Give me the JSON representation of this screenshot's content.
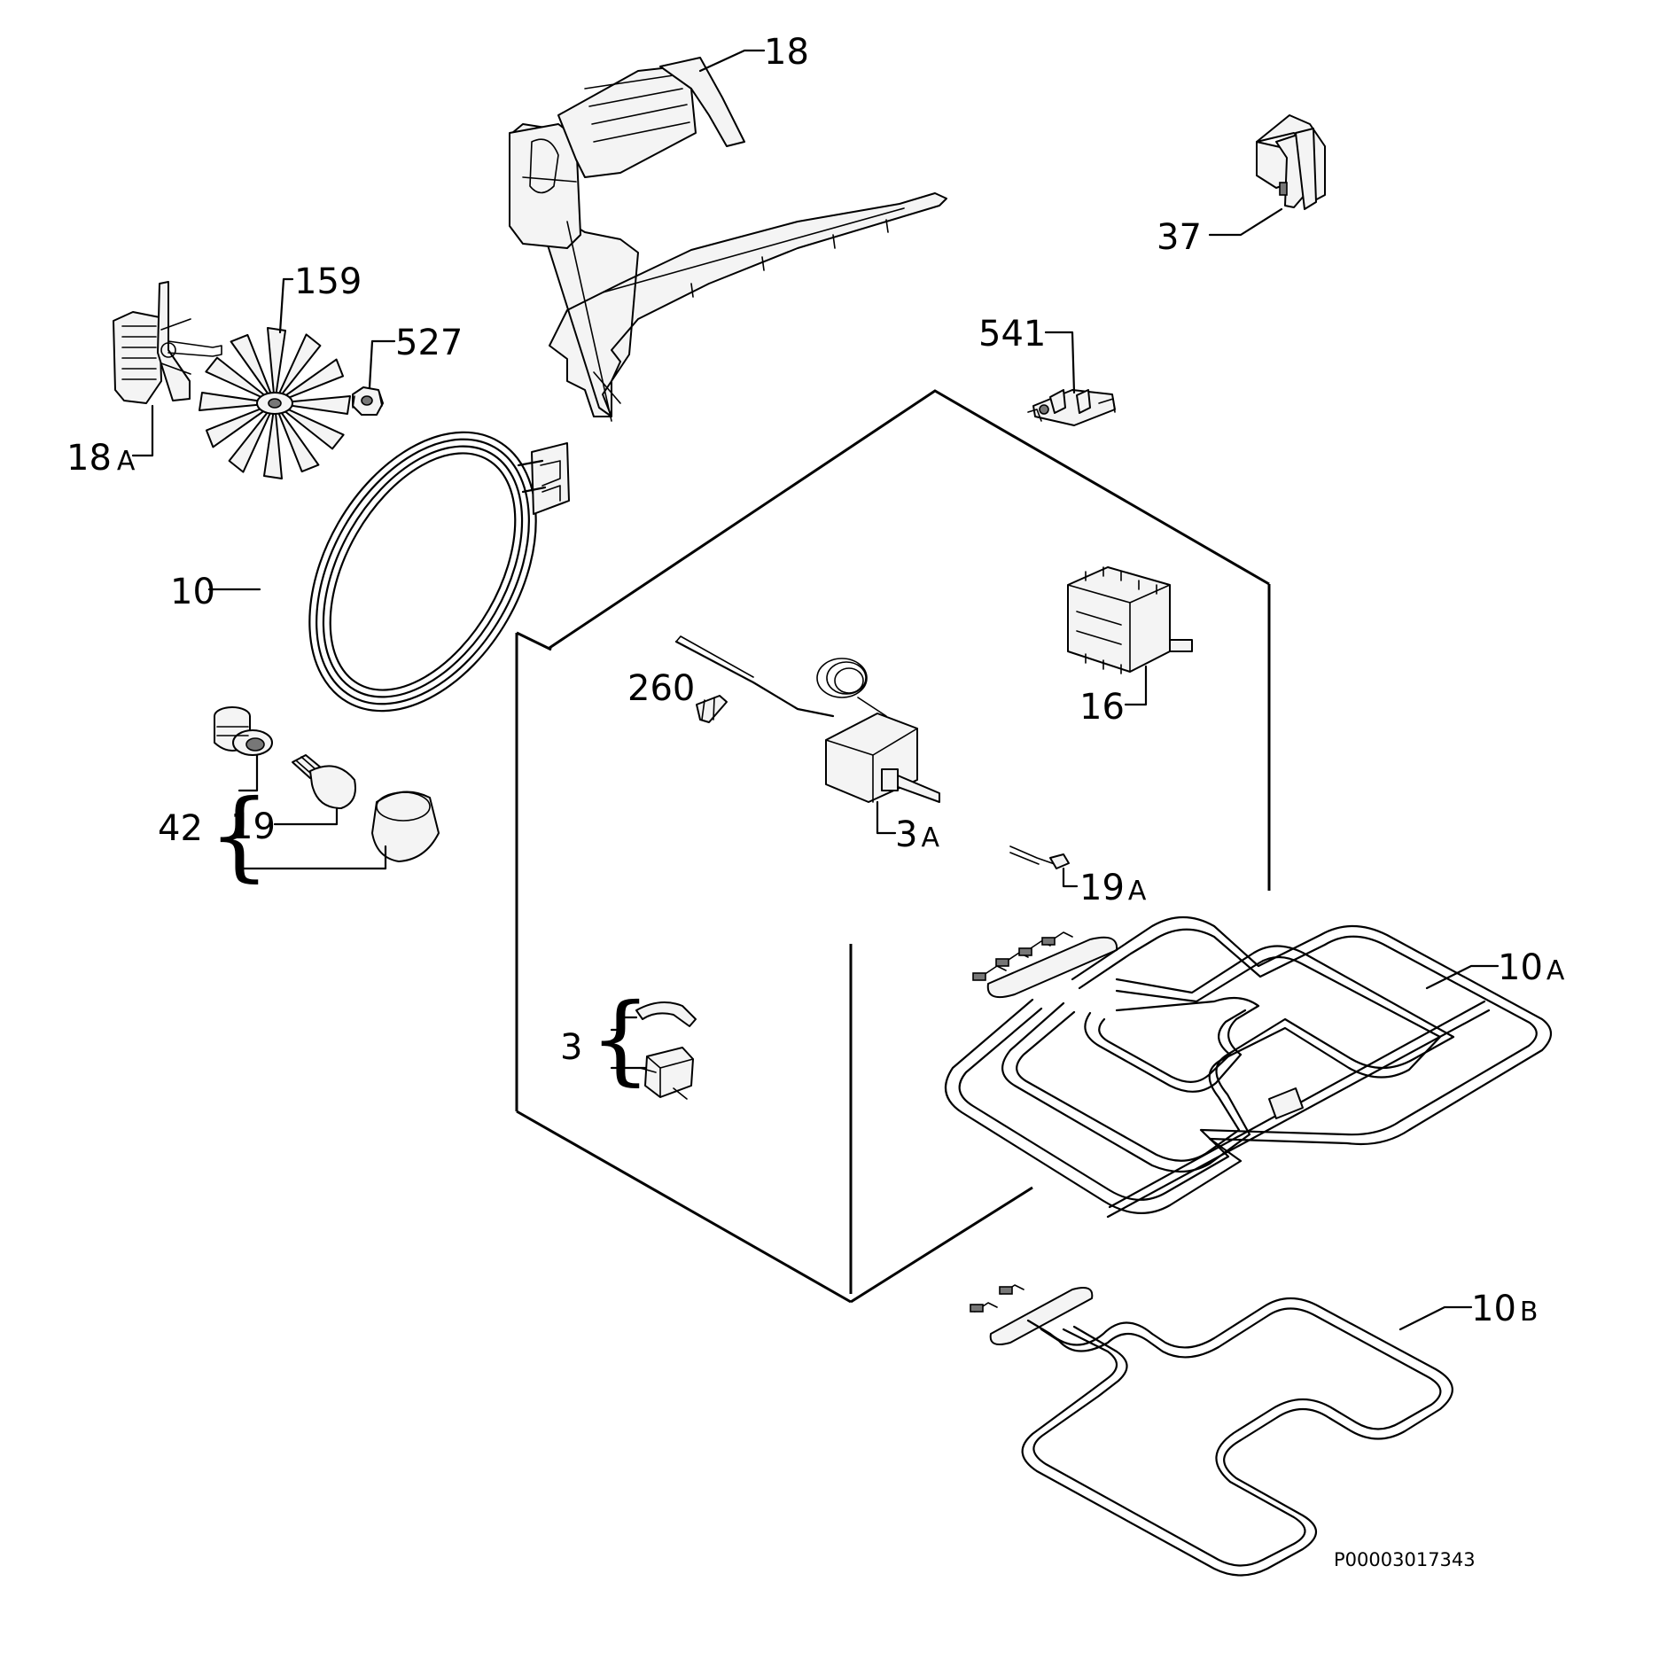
{
  "labels": {
    "l18": {
      "num": "18",
      "suffix": ""
    },
    "l18a": {
      "num": "18",
      "suffix": "A"
    },
    "l159": {
      "num": "159",
      "suffix": ""
    },
    "l527": {
      "num": "527",
      "suffix": ""
    },
    "l541": {
      "num": "541",
      "suffix": ""
    },
    "l37": {
      "num": "37",
      "suffix": ""
    },
    "l10": {
      "num": "10",
      "suffix": ""
    },
    "l260": {
      "num": "260",
      "suffix": ""
    },
    "l16": {
      "num": "16",
      "suffix": ""
    },
    "l3a": {
      "num": "3",
      "suffix": "A"
    },
    "l42": {
      "num": "42",
      "suffix": ""
    },
    "l19": {
      "num": "19",
      "suffix": ""
    },
    "l19a": {
      "num": "19",
      "suffix": "A"
    },
    "l10a": {
      "num": "10",
      "suffix": "A"
    },
    "l3": {
      "num": "3",
      "suffix": ""
    },
    "l10b": {
      "num": "10",
      "suffix": "B"
    }
  },
  "drawing_code": "P00003017343"
}
